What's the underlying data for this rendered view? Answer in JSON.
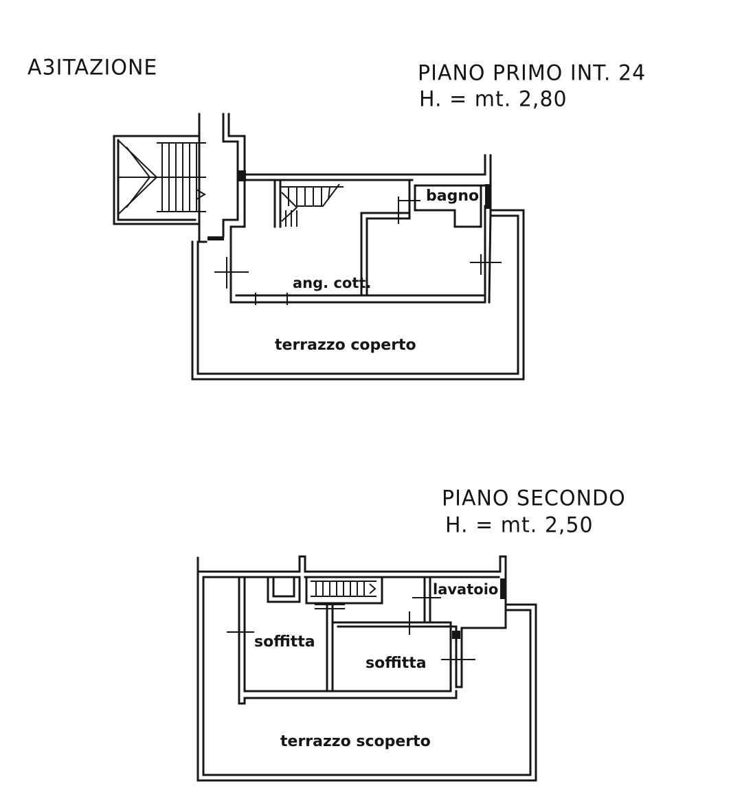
{
  "sheet": {
    "title": "A3ITAZIONE"
  },
  "floor1": {
    "title": "PIANO PRIMO INT. 24",
    "height": "H. = mt. 2,80",
    "rooms": {
      "bagno": "bagno",
      "ang_cott": "ang. cott.",
      "terrazzo": "terrazzo coperto"
    }
  },
  "floor2": {
    "title": "PIANO SECONDO",
    "height": "H. = mt. 2,50",
    "rooms": {
      "lavatoio": "lavatoio",
      "soffitta_left": "soffitta",
      "soffitta_right": "soffitta",
      "terrazzo": "terrazzo scoperto"
    }
  }
}
